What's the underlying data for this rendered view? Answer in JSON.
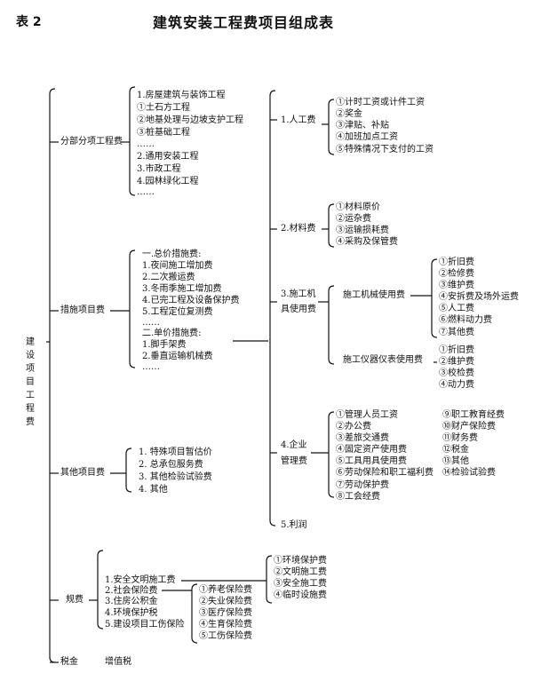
{
  "table_label": "表 2",
  "title": "建筑安装工程费项目组成表",
  "root": "建设项目工程费",
  "left_side": {
    "branches": [
      {
        "label": "分部分项工程费",
        "items": [
          "1.房屋建筑与装饰工程",
          "①土石方工程",
          "②地基处理与边坡支护工程",
          "③桩基础工程",
          "……",
          "2.通用安装工程",
          "3.市政工程",
          "4.园林绿化工程",
          "……"
        ]
      },
      {
        "label": "措施项目费",
        "items": [
          "一.总价措施费:",
          "1.夜间施工增加费",
          "2.二次搬运费",
          "3.冬雨季施工增加费",
          "4.已完工程及设备保护费",
          "5.工程定位复测费",
          "……",
          "二.单价措施费:",
          "1.脚手架费",
          "2.垂直运输机械费",
          "……"
        ]
      },
      {
        "label": "其他项目费",
        "items": [
          "1.  特殊项目暂估价",
          "2.  总承包服务费",
          "3.  其他检验试验费",
          "4.  其他"
        ]
      },
      {
        "label": "规费",
        "items": [
          "1.安全文明施工费",
          "2.社会保险费",
          "3.住房公积金",
          "4.环境保护税",
          "5.建设项目工伤保险"
        ],
        "safety_items": [
          "①环境保护费",
          "②文明施工费",
          "③安全施工费",
          "④临时设施费"
        ],
        "insurance_items": [
          "①养老保险费",
          "②失业保险费",
          "③医疗保险费",
          "④生育保险费",
          "⑤工伤保险费"
        ]
      },
      {
        "label": "税金",
        "items": [
          "增值税"
        ]
      }
    ]
  },
  "right_side": {
    "labor": {
      "label": "1.人工费",
      "items": [
        "①计时工资或计件工资",
        "②奖金",
        "③津贴、补贴",
        "④加班加点工资",
        "⑤特殊情况下支付的工资"
      ]
    },
    "material": {
      "label": "2.材料费",
      "items": [
        "①材料原价",
        "②运杂费",
        "③运输损耗费",
        "④采购及保管费"
      ]
    },
    "machine": {
      "label_line1": "3.施工机",
      "label_line2": "具使用费",
      "machinery": {
        "label": "施工机械使用费",
        "items": [
          "①折旧费",
          "②检修费",
          "③维护费",
          "④安拆费及场外运费",
          "⑤人工费",
          "⑥燃料动力费",
          "⑦其他费"
        ]
      },
      "instrument": {
        "label": "施工仪器仪表使用费",
        "items": [
          "①折旧费",
          "②维护费",
          "③校检费",
          "④动力费"
        ]
      }
    },
    "management": {
      "label_line1": "4.企业",
      "label_line2": "管理费",
      "col1": [
        "①管理人员工资",
        "②办公费",
        "③差旅交通费",
        "④固定资产使用费",
        "⑤工具用具使用费",
        "⑥劳动保险和职工福利费",
        "⑦劳动保护费",
        "⑧工会经费"
      ],
      "col2": [
        "⑨职工教育经费",
        "⑩财产保险费",
        "⑪财务费",
        "⑫税金",
        "⑬其他",
        "⑭检验试验费"
      ]
    },
    "profit": {
      "label": "5.利润"
    }
  }
}
